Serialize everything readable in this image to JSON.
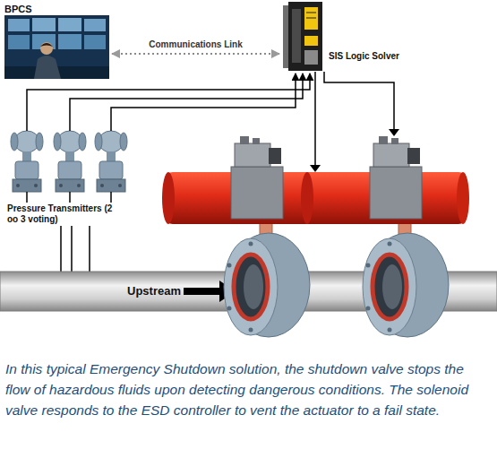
{
  "diagram": {
    "caption": "In this typical Emergency Shutdown solution, the shutdown valve stops the flow of hazardous fluids upon detecting dangerous conditions. The solenoid valve responds to the ESD controller to vent the actuator to a fail state.",
    "nodes": [
      {
        "text": [
          "BPCS"
        ]
      },
      {
        "text": [
          "SIS Logic Solver"
        ]
      },
      {
        "text": [
          "Pressure Transmitters (2 oo 3 voting)"
        ]
      }
    ],
    "edges": [
      {
        "from": 0,
        "to": 1,
        "label": "Communications Link",
        "arrow": "both"
      },
      {
        "from": 2,
        "to": 1,
        "arrow": "to"
      },
      {
        "from": 2,
        "to": 1,
        "arrow": "to"
      },
      {
        "from": 2,
        "to": 1,
        "arrow": "to"
      }
    ],
    "labels": [
      "Upstream"
    ]
  }
}
